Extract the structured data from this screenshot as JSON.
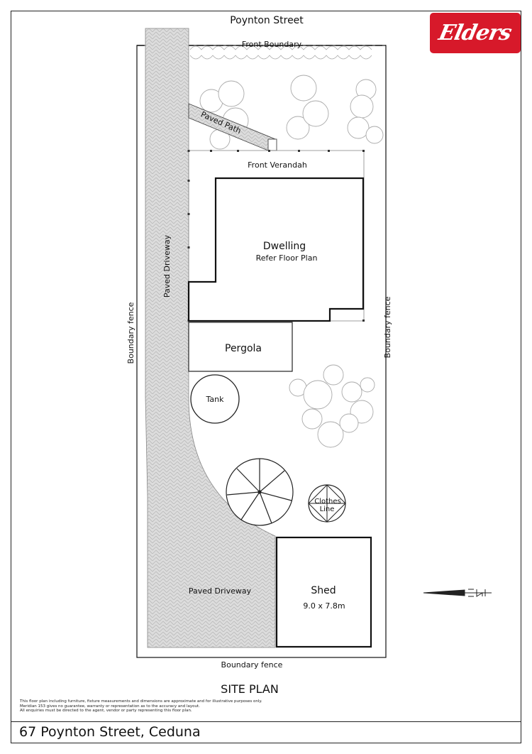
{
  "header": {
    "street_label": "Poynton Street",
    "logo_text": "Elders"
  },
  "site": {
    "front_boundary": "Front Boundary",
    "paved_path": "Paved Path",
    "front_verandah": "Front Verandah",
    "dwelling": "Dwelling",
    "dwelling_note": "Refer Floor Plan",
    "paved_driveway_side": "Paved Driveway",
    "boundary_fence_left": "Boundary fence",
    "boundary_fence_right": "Boundary fence",
    "boundary_fence_bottom": "Boundary fence",
    "pergola": "Pergola",
    "tank": "Tank",
    "clothes_line_1": "Clothes",
    "clothes_line_2": "Line",
    "paved_driveway_rear": "Paved Driveway",
    "shed": "Shed",
    "shed_size": "9.0  x  7.8m"
  },
  "footer": {
    "title": "SITE PLAN",
    "disclaimer": [
      "This floor plan including furniture, fixture measurements and dimensions are approximate and for illustrative purposes only.",
      "Meridian 153 gives no guarantee, warranty or representation as to the accuracy and layout.",
      "All enquiries must be directed to the agent, vendor or party representing this floor plan."
    ],
    "address": "67 Poynton Street, Ceduna"
  },
  "colors": {
    "brand_red": "#d7192a",
    "paving": "#d9d9d9",
    "ink": "#111111"
  }
}
